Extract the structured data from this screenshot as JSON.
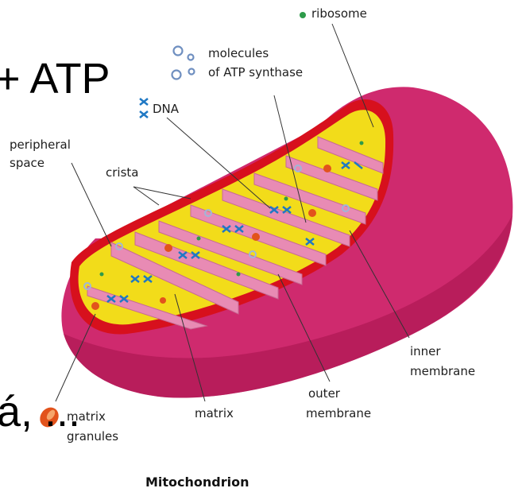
{
  "overlay": {
    "top_text": "+ ATP",
    "bottom_text": "á, ..."
  },
  "diagram": {
    "title": "Mitochondrion",
    "labels": {
      "ribosome": "ribosome",
      "atp_synthase_line1": "molecules",
      "atp_synthase_line2": "of ATP synthase",
      "dna": "DNA",
      "peripheral_line1": "peripheral",
      "peripheral_line2": "space",
      "crista": "crista",
      "inner_line1": "inner",
      "inner_line2": "membrane",
      "outer_line1": "outer",
      "outer_line2": "membrane",
      "matrix": "matrix",
      "granules_line1": "matrix",
      "granules_line2": "granules"
    },
    "colors": {
      "outer_membrane": "#cf2a6e",
      "outer_membrane_dark": "#a5124d",
      "inner_membrane": "#e88bb4",
      "matrix": "#f2dc1a",
      "cut_rim": "#d7101d",
      "dna": "#1f78c4",
      "ribosome": "#2e9b4a"
    }
  }
}
